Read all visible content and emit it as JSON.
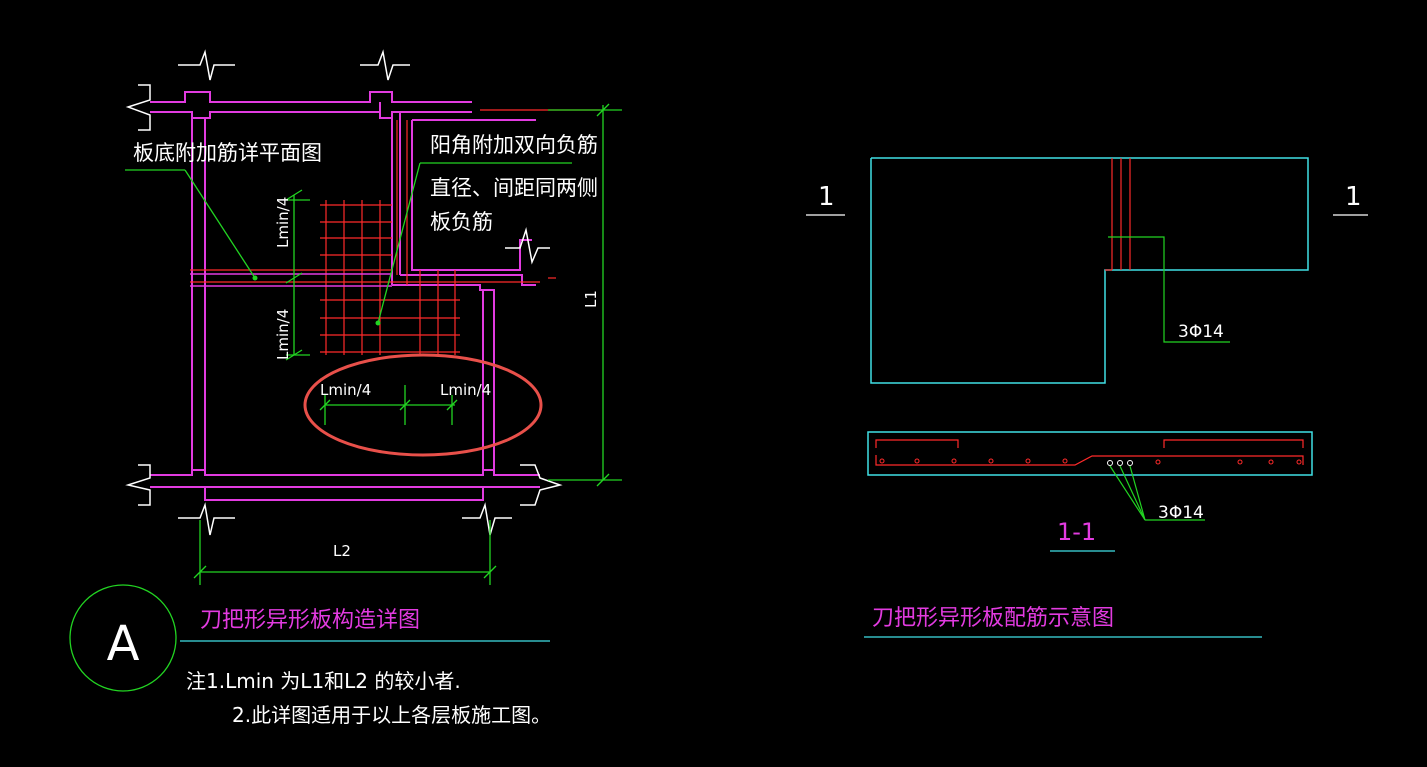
{
  "colors": {
    "background": "#000000",
    "wall": "#e23be0",
    "rebar": "#ff2a2a",
    "dimension": "#22d422",
    "outline": "#40e0e6",
    "text": "#ffffff",
    "title": "#e23be0",
    "highlight": "#e8504a",
    "leader": "#22d422"
  },
  "plan": {
    "label_bottom_rebar": "板底附加筋详平面图",
    "label_corner_line1": "阳角附加双向负筋",
    "label_corner_line2": "直径、间距同两侧",
    "label_corner_line3": "板负筋",
    "dim_lmin_v1": "Lmin/4",
    "dim_lmin_v2": "Lmin/4",
    "dim_lmin_h1": "Lmin/4",
    "dim_lmin_h2": "Lmin/4",
    "dim_l1": "L1",
    "dim_l2": "L2"
  },
  "detail_tag": {
    "letter": "A"
  },
  "title_left": "刀把形异形板构造详图",
  "notes": {
    "line1": "注1.Lmin 为L1和L2 的较小者.",
    "line2": "2.此详图适用于以上各层板施工图。"
  },
  "section": {
    "cut_left": "1",
    "cut_right": "1",
    "rebar_top": "3Φ14",
    "rebar_bottom": "3Φ14",
    "section_label": "1-1"
  },
  "title_right": "刀把形异形板配筋示意图"
}
